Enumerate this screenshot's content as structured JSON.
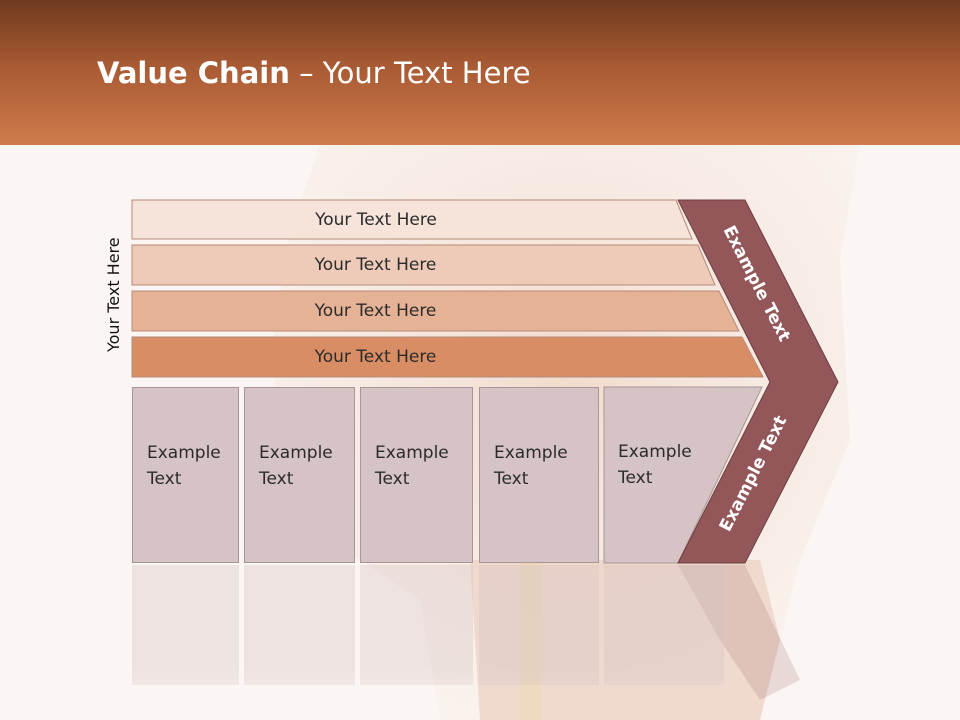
{
  "slide": {
    "title_bold": "Value Chain",
    "title_rest": " – Your Text Here",
    "side_label": "Your Text Here"
  },
  "bands": [
    {
      "label": "Your Text Here",
      "color": "#f6e3da"
    },
    {
      "label": "Your Text Here",
      "color": "#eecab8"
    },
    {
      "label": "Your Text Here",
      "color": "#e6b296"
    },
    {
      "label": "Your Text Here",
      "color": "#d98d65"
    }
  ],
  "boxes": [
    {
      "line1": "Example",
      "line2": "Text"
    },
    {
      "line1": "Example",
      "line2": "Text"
    },
    {
      "line1": "Example",
      "line2": "Text"
    },
    {
      "line1": "Example",
      "line2": "Text"
    },
    {
      "line1": "Example",
      "line2": "Text"
    }
  ],
  "chevron": {
    "upper_label": "Example Text",
    "lower_label": "Example Text",
    "color": "#93575a"
  },
  "colors": {
    "header_top": "#6e3a1d",
    "header_bottom": "#cf7b4c",
    "box_fill": "#d6c3c5"
  }
}
